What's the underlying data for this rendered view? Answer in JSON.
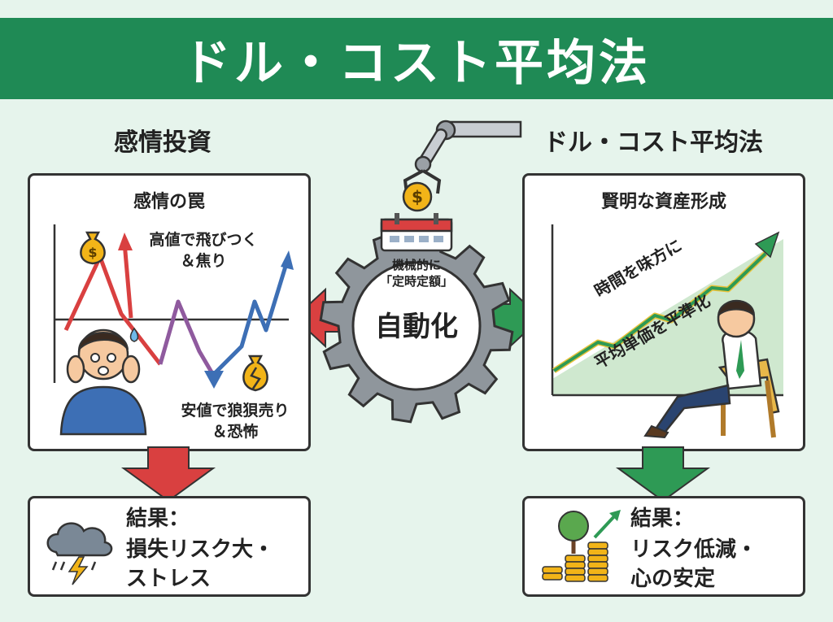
{
  "header": {
    "title": "ドル・コスト平均法"
  },
  "left": {
    "heading": "感情投資",
    "panel_title": "感情の罠",
    "note_high": "高値で飛びつく\n＆焦り",
    "note_low": "安値で狼狽売り\n＆恐怖",
    "result_label": "結果：",
    "result_line1": "損失リスク大・",
    "result_line2": "ストレス"
  },
  "center": {
    "gear_note": "機械的に\n「定時定額」",
    "gear_label": "自動化",
    "coin_symbol": "$"
  },
  "right": {
    "heading": "ドル・コスト平均法",
    "panel_title": "賢明な資産形成",
    "note_time": "時間を味方に",
    "note_avg": "平均単価を平準化",
    "result_label": "結果：",
    "result_line1": "リスク低減・",
    "result_line2": "心の安定"
  },
  "colors": {
    "brand_green": "#1f8a55",
    "alert_red": "#d94040",
    "arrow_green": "#2e9a55",
    "gear_gray": "#8f969c"
  }
}
